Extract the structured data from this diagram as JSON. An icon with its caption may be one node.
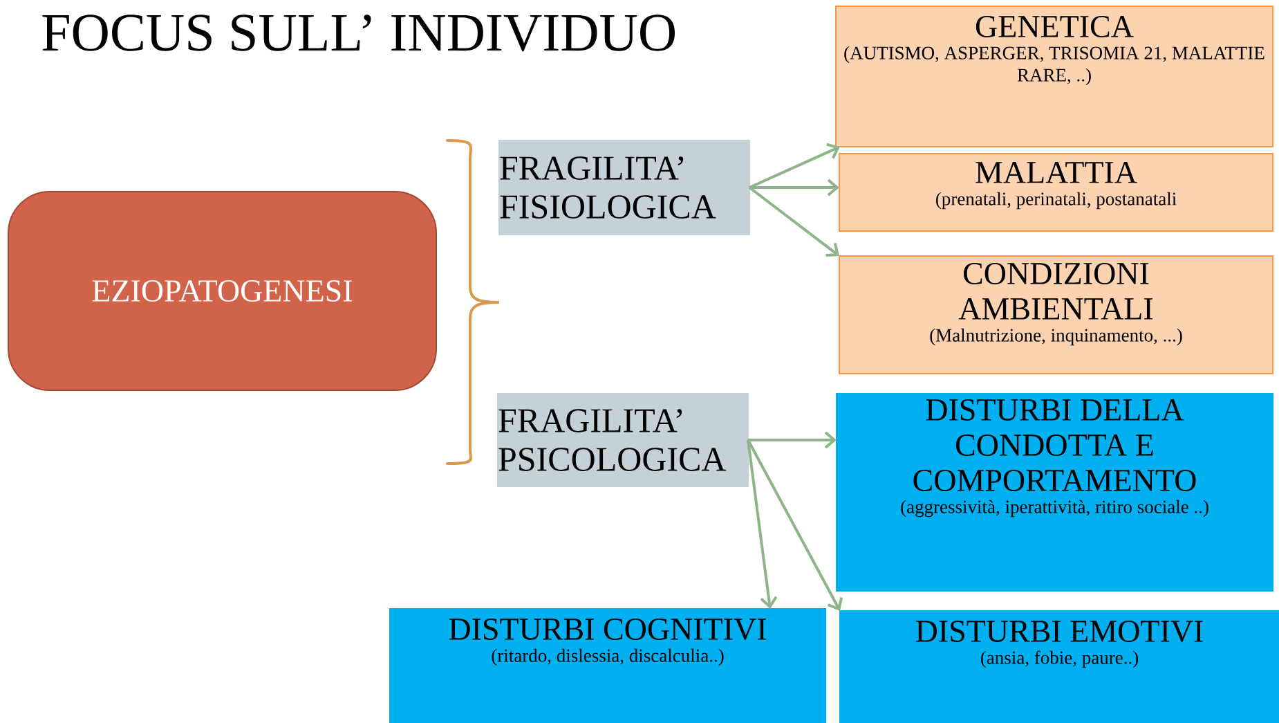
{
  "diagram": {
    "title": "FOCUS SULL’ INDIVIDUO",
    "nodes": [
      {
        "text": [
          "EZIOPATOGENESI"
        ]
      },
      {
        "text": [
          "FRAGILITA’ FISIOLOGICA"
        ]
      },
      {
        "text": [
          "FRAGILITA’ PSICOLOGICA"
        ]
      },
      {
        "text": [
          "GENETICA",
          "(AUTISMO, ASPERGER, TRISOMIA 21, MALATTIE RARE, ..)"
        ]
      },
      {
        "text": [
          "MALATTIA",
          "(prenatali, perinatali, postanatali"
        ]
      },
      {
        "text": [
          "CONDIZIONI AMBIENTALI",
          "(Malnutrizione, inquinamento, ...)"
        ]
      },
      {
        "text": [
          "DISTURBI DELLA CONDOTTA E COMPORTAMENTO",
          "(aggressività, iperattività, ritiro sociale ..)"
        ]
      },
      {
        "text": [
          "DISTURBI COGNITIVI",
          "(ritardo, dislessia, discalculia..)"
        ]
      },
      {
        "text": [
          "DISTURBI EMOTIVI",
          "(ansia, fobie, paure..)"
        ]
      }
    ],
    "edges": [
      {
        "from": 1,
        "to": 3,
        "arrow": "to"
      },
      {
        "from": 1,
        "to": 4,
        "arrow": "to"
      },
      {
        "from": 1,
        "to": 5,
        "arrow": "to"
      },
      {
        "from": 2,
        "to": 6,
        "arrow": "to"
      },
      {
        "from": 2,
        "to": 7,
        "arrow": "to"
      },
      {
        "from": 2,
        "to": 8,
        "arrow": "to"
      }
    ]
  }
}
